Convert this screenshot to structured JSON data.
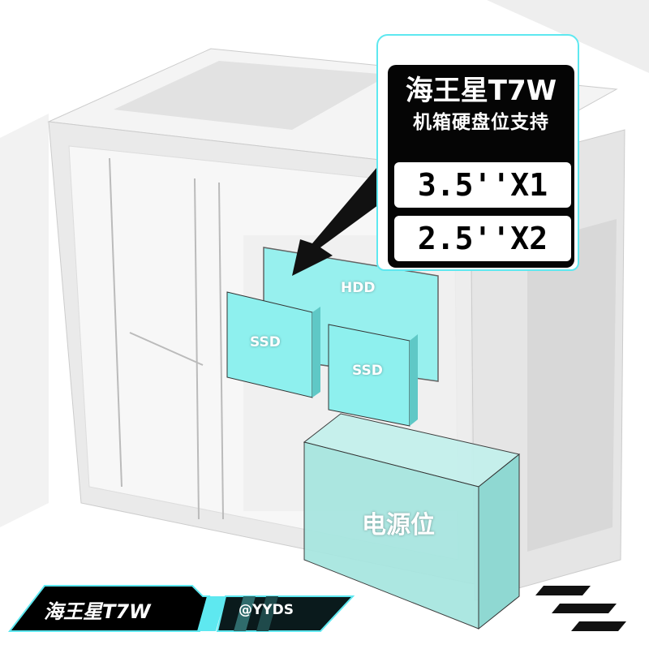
{
  "callout": {
    "title": "海王星T7W",
    "subtitle": "机箱硬盘位支持",
    "specs": [
      "3.5''X1",
      "2.5''X2"
    ]
  },
  "labels": {
    "hdd": "HDD",
    "ssd_left": "SSD",
    "ssd_right": "SSD",
    "psu": "电源位"
  },
  "badge": {
    "product_name": "海王星T7W",
    "author": "@YYDS"
  },
  "colors": {
    "accent": "#5ee8f0",
    "drive_fill": "#8ef0ee",
    "psu_fill": "#a8e6e0"
  }
}
